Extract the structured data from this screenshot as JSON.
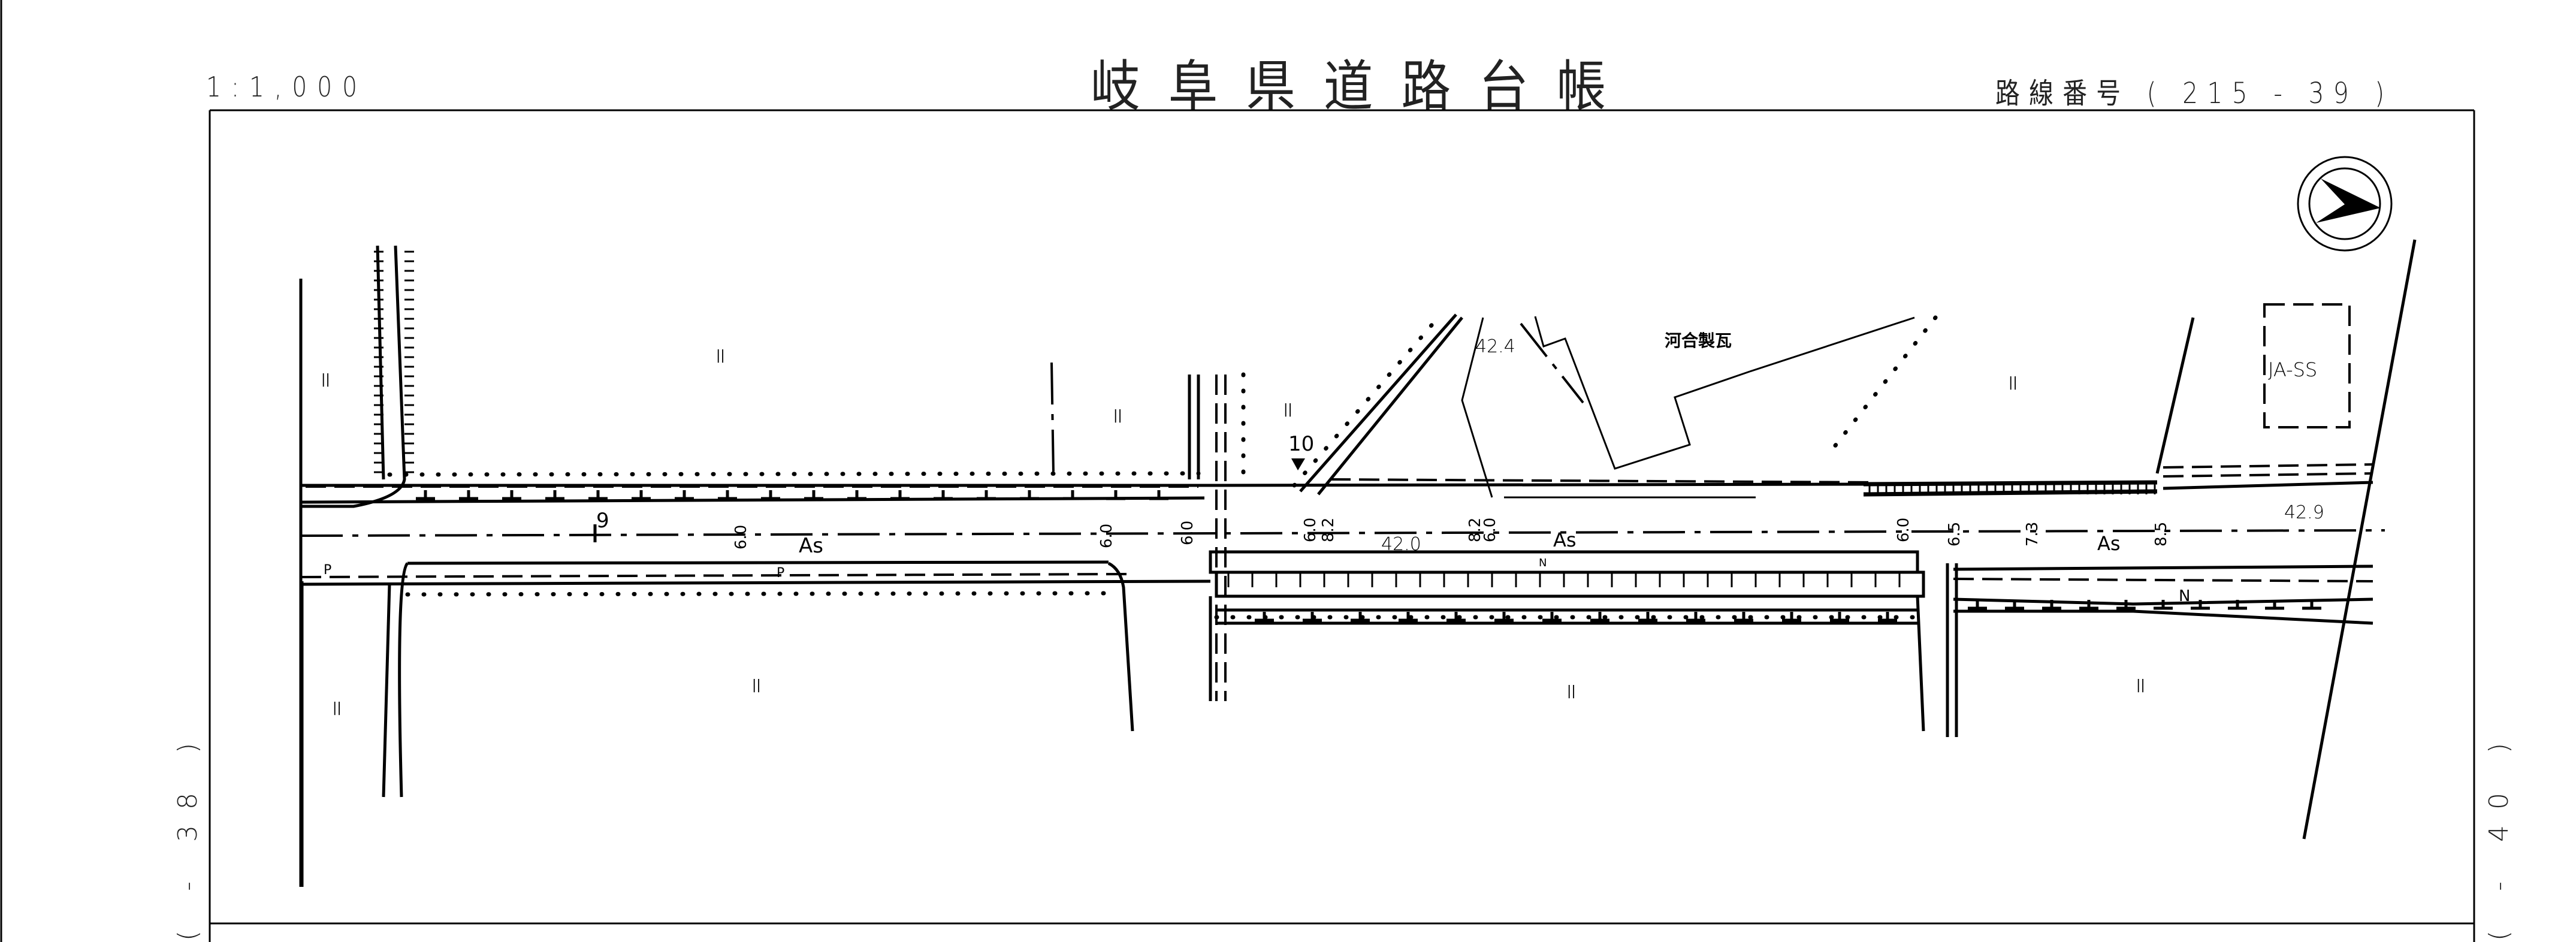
{
  "header": {
    "scale": "1:1,000",
    "title": "岐阜県道路台帳",
    "route_number": "路線番号 ( 215 - 39 )"
  },
  "adjacent_sheets": {
    "left": "( - 38 )",
    "right": "( - 40 )"
  },
  "north_arrow": {
    "icon": "north-arrow-icon",
    "direction": "east (right)"
  },
  "stations": [
    {
      "label": "9"
    },
    {
      "label": "10"
    }
  ],
  "pavement_labels": [
    "As",
    "As",
    "As"
  ],
  "width_labels": [
    "6.0",
    "6.0",
    "6.0",
    "6.0",
    "8.2",
    "8.2",
    "6.0",
    "6.0",
    "6.5",
    "7.3",
    "8.5"
  ],
  "elevation_labels": [
    "42.4",
    "42.0",
    "42.9"
  ],
  "place_labels": {
    "factory": "河合製瓦",
    "gas_station": "JA-SS"
  },
  "land_use_symbol": "||",
  "small_marks": {
    "parking": "P",
    "north_small": "N"
  },
  "colors": {
    "ink": "#000000",
    "paper": "#ffffff",
    "header_text": "#222222"
  }
}
